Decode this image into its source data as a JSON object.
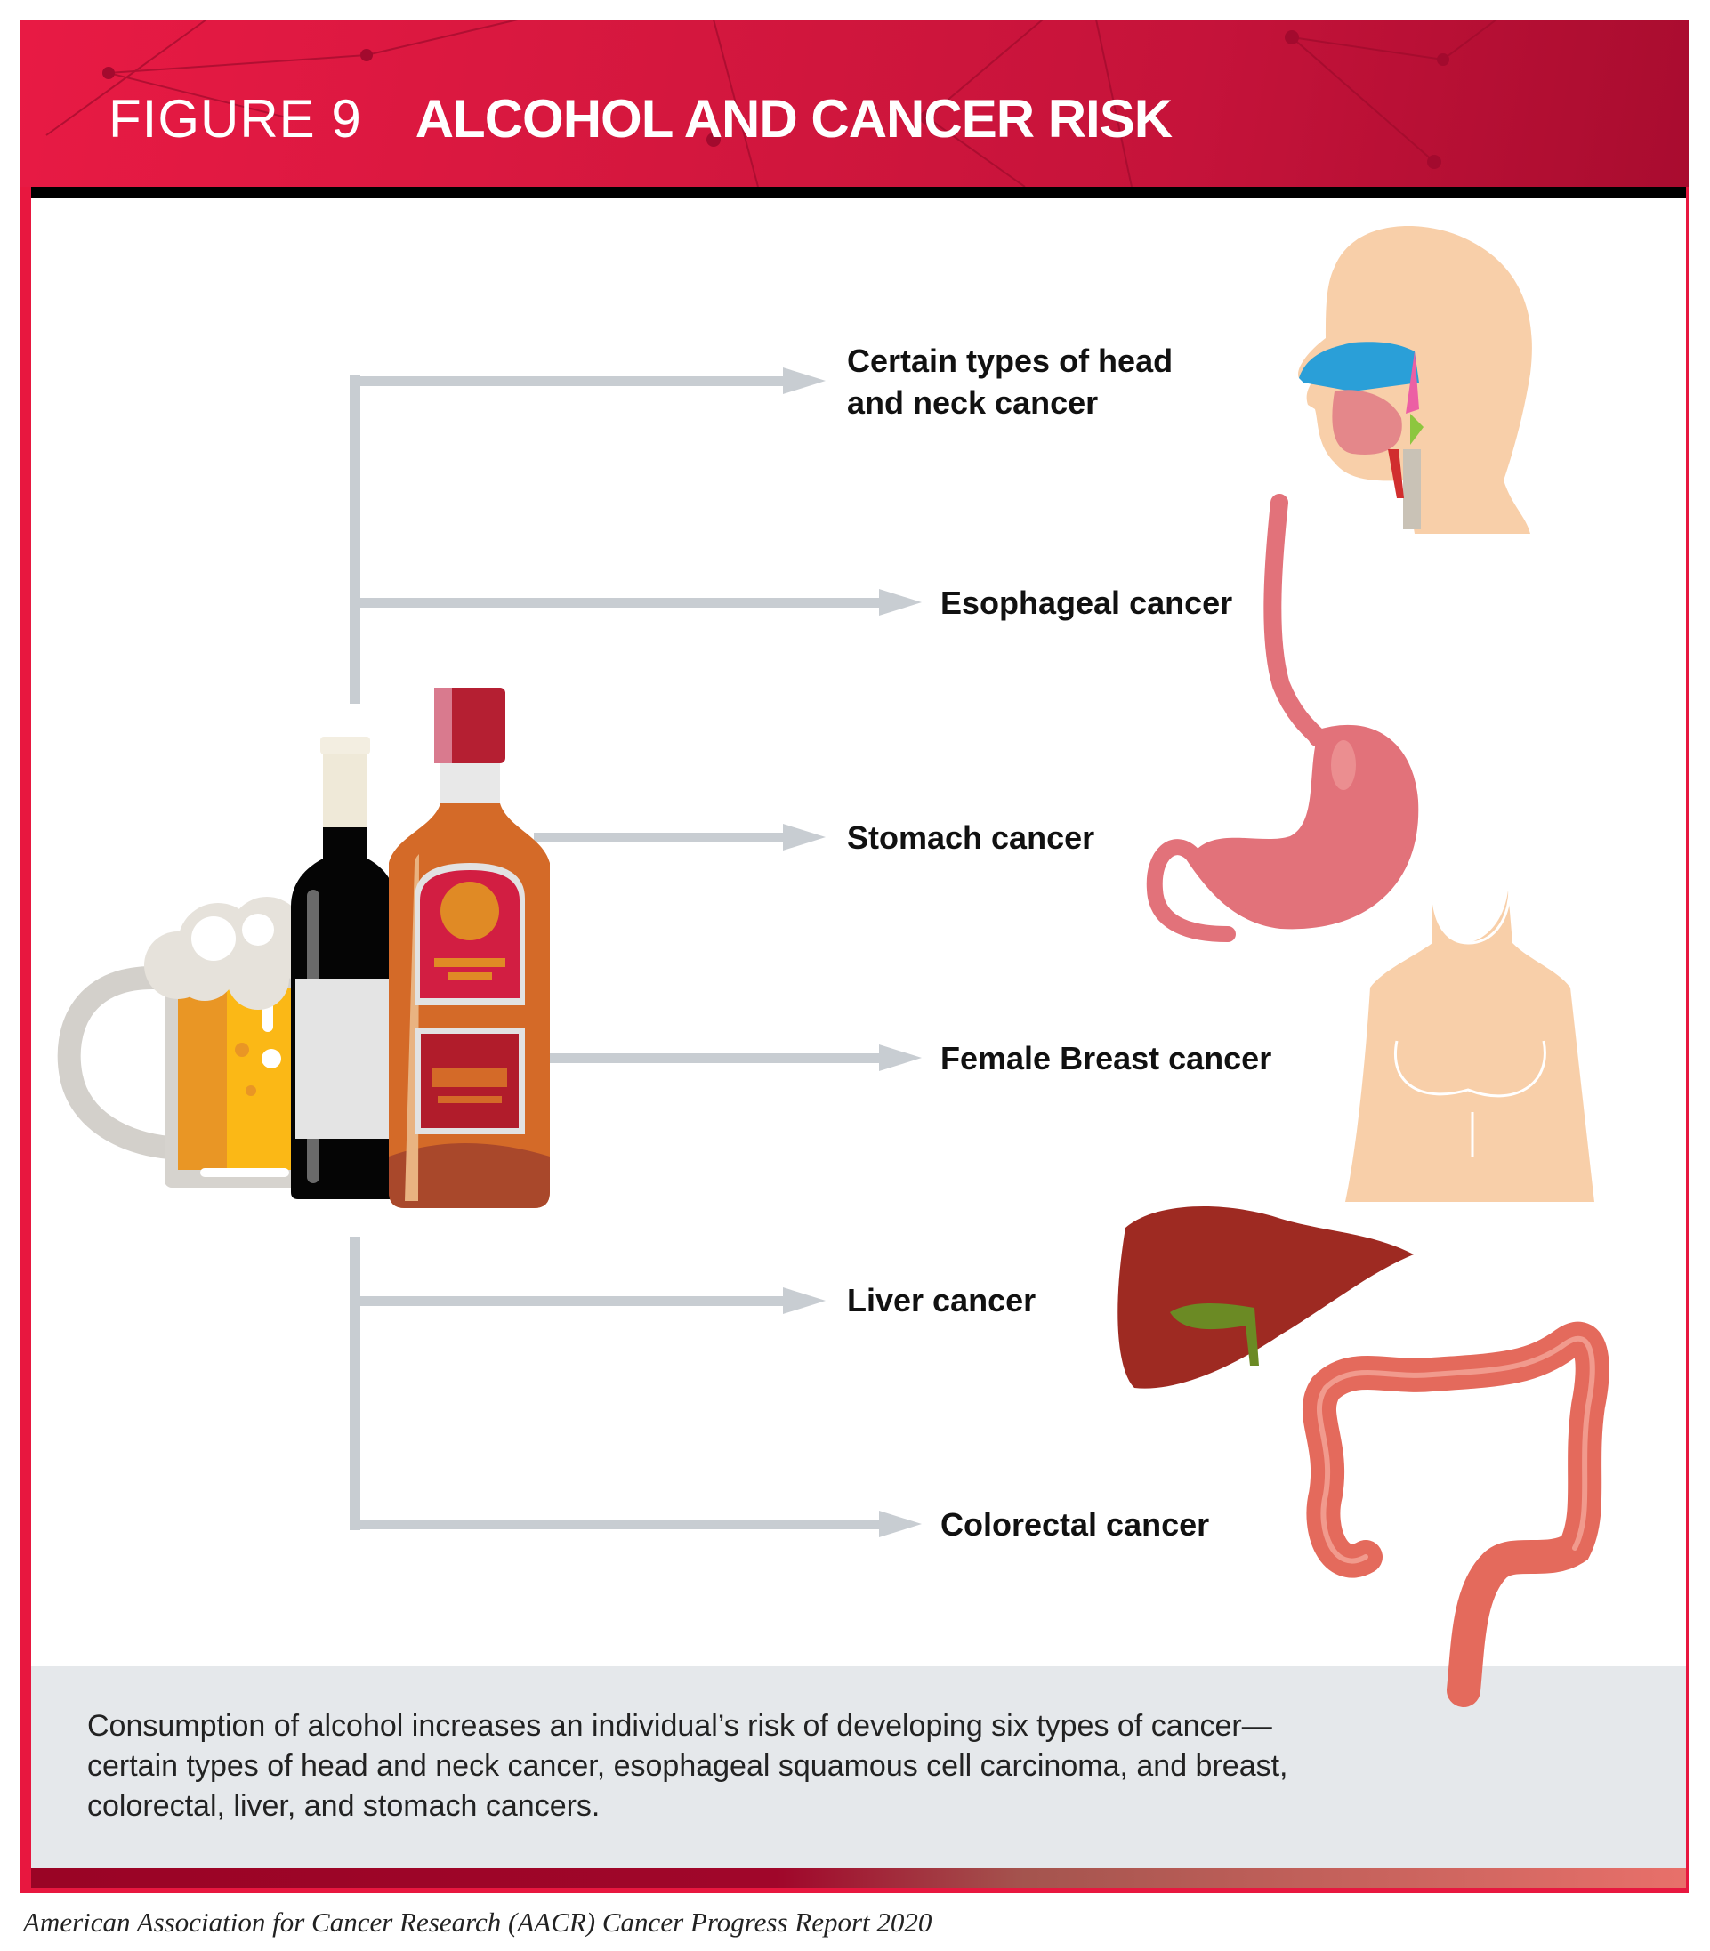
{
  "header": {
    "figure_label": "FIGURE 9",
    "title": "ALCOHOL AND CANCER RISK"
  },
  "cancers": [
    {
      "line1": "Certain types of head",
      "line2": "and neck cancer"
    },
    {
      "line1": "Esophageal cancer"
    },
    {
      "line1": "Stomach cancer"
    },
    {
      "line1": "Female Breast cancer"
    },
    {
      "line1": "Liver cancer"
    },
    {
      "line1": "Colorectal cancer"
    }
  ],
  "caption": "Consumption of alcohol increases an individual’s risk of developing six types of cancer—certain types of head and neck cancer, esophageal squamous cell carcinoma, and breast, colorectal, liver, and stomach cancers.",
  "footer": "American Association for Cancer Research (AACR) Cancer Progress Report 2020",
  "colors": {
    "brand_red": "#e8173f",
    "connector_gray": "#c8cdd2",
    "caption_bg": "#e5e8eb"
  }
}
